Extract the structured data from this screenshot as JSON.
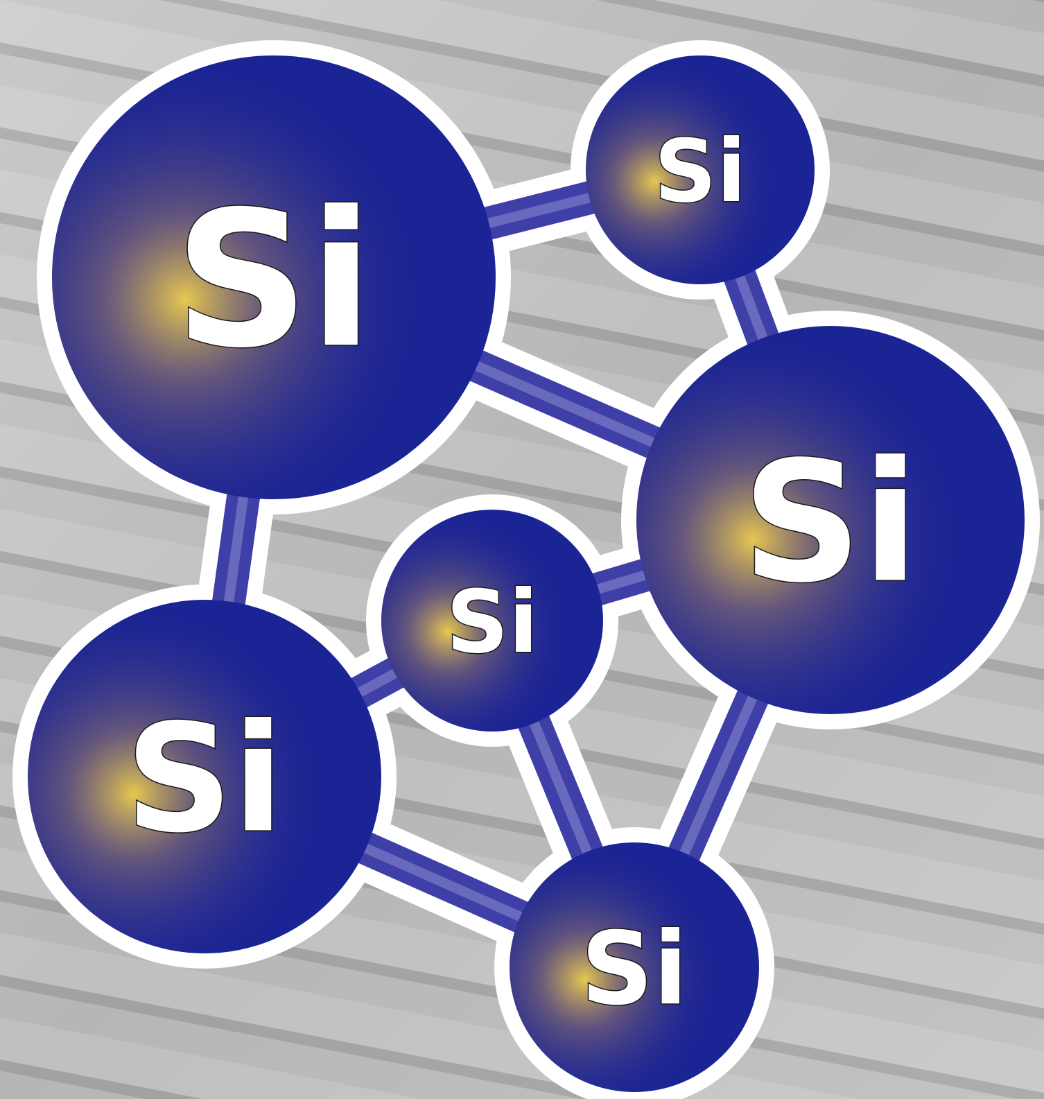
{
  "diagram": {
    "element_symbol": "Si",
    "colors": {
      "atom_fill": "#1b2494",
      "bond": "#3f3fa8",
      "bond_highlight": "#8c8ccf",
      "outline": "#ffffff",
      "glow": "#e7c850",
      "background_light": "#d3d3d3",
      "background_dark": "#8e8e8e"
    },
    "atoms": [
      {
        "id": "atom-1",
        "label": "Si"
      },
      {
        "id": "atom-2",
        "label": "Si"
      },
      {
        "id": "atom-3",
        "label": "Si"
      },
      {
        "id": "atom-4",
        "label": "Si"
      },
      {
        "id": "atom-5",
        "label": "Si"
      },
      {
        "id": "atom-6",
        "label": "Si"
      }
    ],
    "bonds": [
      [
        "atom-1",
        "atom-2"
      ],
      [
        "atom-2",
        "atom-3"
      ],
      [
        "atom-1",
        "atom-3"
      ],
      [
        "atom-1",
        "atom-4"
      ],
      [
        "atom-4",
        "atom-5"
      ],
      [
        "atom-3",
        "atom-5"
      ],
      [
        "atom-4",
        "atom-6"
      ],
      [
        "atom-5",
        "atom-6"
      ],
      [
        "atom-3",
        "atom-6"
      ]
    ]
  }
}
